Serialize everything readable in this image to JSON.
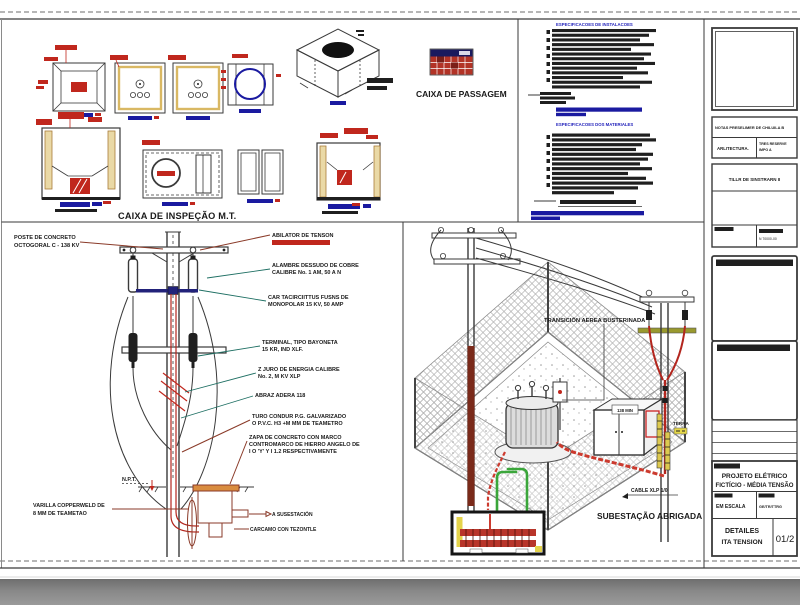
{
  "colors": {
    "accent_red": "#c0271d",
    "label_blue": "#1a1aa0",
    "leader_teal": "#1e6f63",
    "leader_brown": "#8a3a28",
    "conduit_green": "#3aa63a",
    "fill_tan": "#ead9a6",
    "header_navy": "#1a1a5e"
  },
  "sheet": {
    "inspection_title": "CAIXA DE INSPEÇÃO M.T.",
    "passage_title": "CAIXA DE PASSAGEM"
  },
  "specs": {
    "header1": "ESPECIFICACOES DE INSTALACOES",
    "header2": "ESPECIFICACOES DOS MATERIALES"
  },
  "pole": {
    "poste1": "POSTE DE CONCRETO",
    "poste2": "OCTOGORAL C - 138 KV",
    "callouts": [
      {
        "line1": "ABILATOR DE TENSON",
        "line2": ""
      },
      {
        "line1": "ALAMBRE DESSUDO DE COBRE",
        "line2": "CALIBRE No. 1 AM, 50 A N"
      },
      {
        "line1": "CAR TACIRCIITTUS FUSNS DE",
        "line2": "MONOPOLAR 15 KV, 50 AMP"
      },
      {
        "line1": "TERMINAL, TIPO BAYONETA",
        "line2": "15 KR, IND XLF."
      },
      {
        "line1": "Z JURO DE ENERGIA CALIBRE",
        "line2": "No. 2, M KV XLP"
      },
      {
        "line1": "ABRAZ ADERA 118",
        "line2": ""
      },
      {
        "line1": "TURO CONDUR P.G. GALVARIZADO",
        "line2": "O P.V.C. H3 +M MM DE TEAMETRO"
      },
      {
        "line1": "ZAPA DE CONCRETO CON MARCO",
        "line2": "CONTROMARCO DE HIERRO ANGELO DE",
        "line3": "I O 'Y' Y I 1.2 RESPECTIVAMENTE"
      }
    ],
    "npt": "N.P.T.",
    "varilla1": "VARILLA COPPERWELD DE",
    "varilla2": "8 MM DE TEAMETAO",
    "a_sub": "A SUSESTACIÓN",
    "carcamo": "CARCAMO CON TEZONTLE"
  },
  "substation": {
    "transicion": "TRANSICIÓN AEREA BUSTERINADA",
    "terra": "TERRA",
    "cabinet_label": "138 MIN",
    "cable": "CABLE XLP 1/0",
    "title": "SUBESTAÇÃO ABRIGADA"
  },
  "title_block": {
    "notas": "NOTAS PRESELIMER DE CHILUILA B",
    "arquitectura": "ARLITECTURA.",
    "tres1": "TRES RESERVE",
    "tres2": "IMPO A",
    "taller": "TILLR DE SINSTRARN II",
    "num": "N 70000-00",
    "project1": "PROJETO ELÉTRICO",
    "project2": "FICTÍCIO - MÉDIA TENSÃO",
    "em_escala": "EM ESCALA",
    "code": "GE/TR/TTRG",
    "detalles1": "DETAILES",
    "detalles2": "ITA TENSION",
    "page_num": "01/2"
  }
}
